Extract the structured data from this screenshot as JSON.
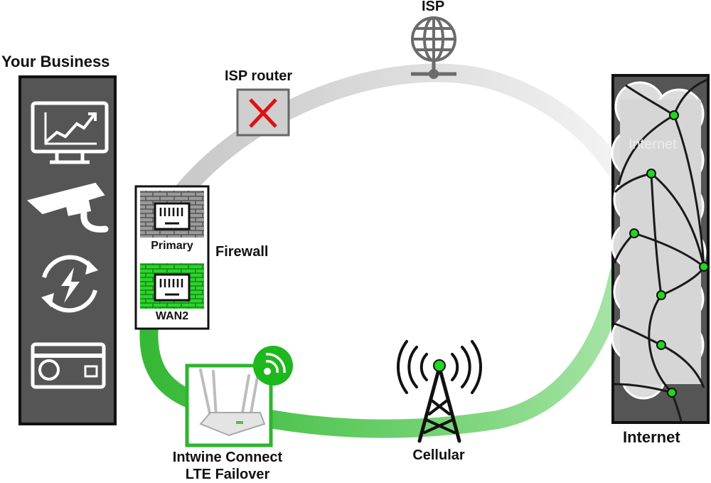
{
  "labels": {
    "your_business": "Your Business",
    "isp": "ISP",
    "isp_router": "ISP router",
    "firewall": "Firewall",
    "primary": "Primary",
    "wan2": "WAN2",
    "intwine_line1": "Intwine Connect",
    "intwine_line2": "LTE Failover",
    "cellular": "Cellular",
    "internet": "Internet",
    "cloud_watermark": "Internet"
  },
  "icons": {
    "business_panel": [
      "monitor-chart-icon",
      "security-camera-icon",
      "power-cycle-icon",
      "credit-card-icon"
    ],
    "isp": "globe-network-icon",
    "isp_router_status": "x-mark-icon",
    "firewall_ports": [
      "ethernet-port-icon",
      "ethernet-port-icon"
    ],
    "router_badge": "wifi-signal-icon",
    "cellular": "cell-tower-icon",
    "internet": "cloud-network-icon"
  },
  "colors": {
    "failover_green": "#2db52d",
    "node_green": "#1fd81f",
    "isp_path_gray": "#d0d0d0",
    "down_red": "#e01010",
    "panel_dark": "#555555"
  }
}
